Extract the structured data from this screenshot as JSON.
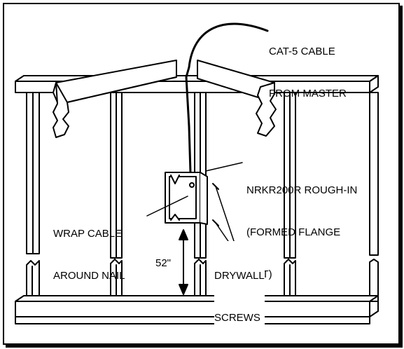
{
  "labels": {
    "cable_line1": "CAT-5 CABLE",
    "cable_line2": "FROM MASTER",
    "roughin_line1": "NRKR200R ROUGH-IN",
    "roughin_line2": "(FORMED FLANGE",
    "roughin_line3": "OUT)",
    "wrap_line1": "WRAP CABLE",
    "wrap_line2": "AROUND NAIL",
    "screws_line1": "DRYWALL",
    "screws_line2": "SCREWS",
    "height": "52\""
  },
  "colors": {
    "line": "#000000",
    "background": "#ffffff"
  }
}
